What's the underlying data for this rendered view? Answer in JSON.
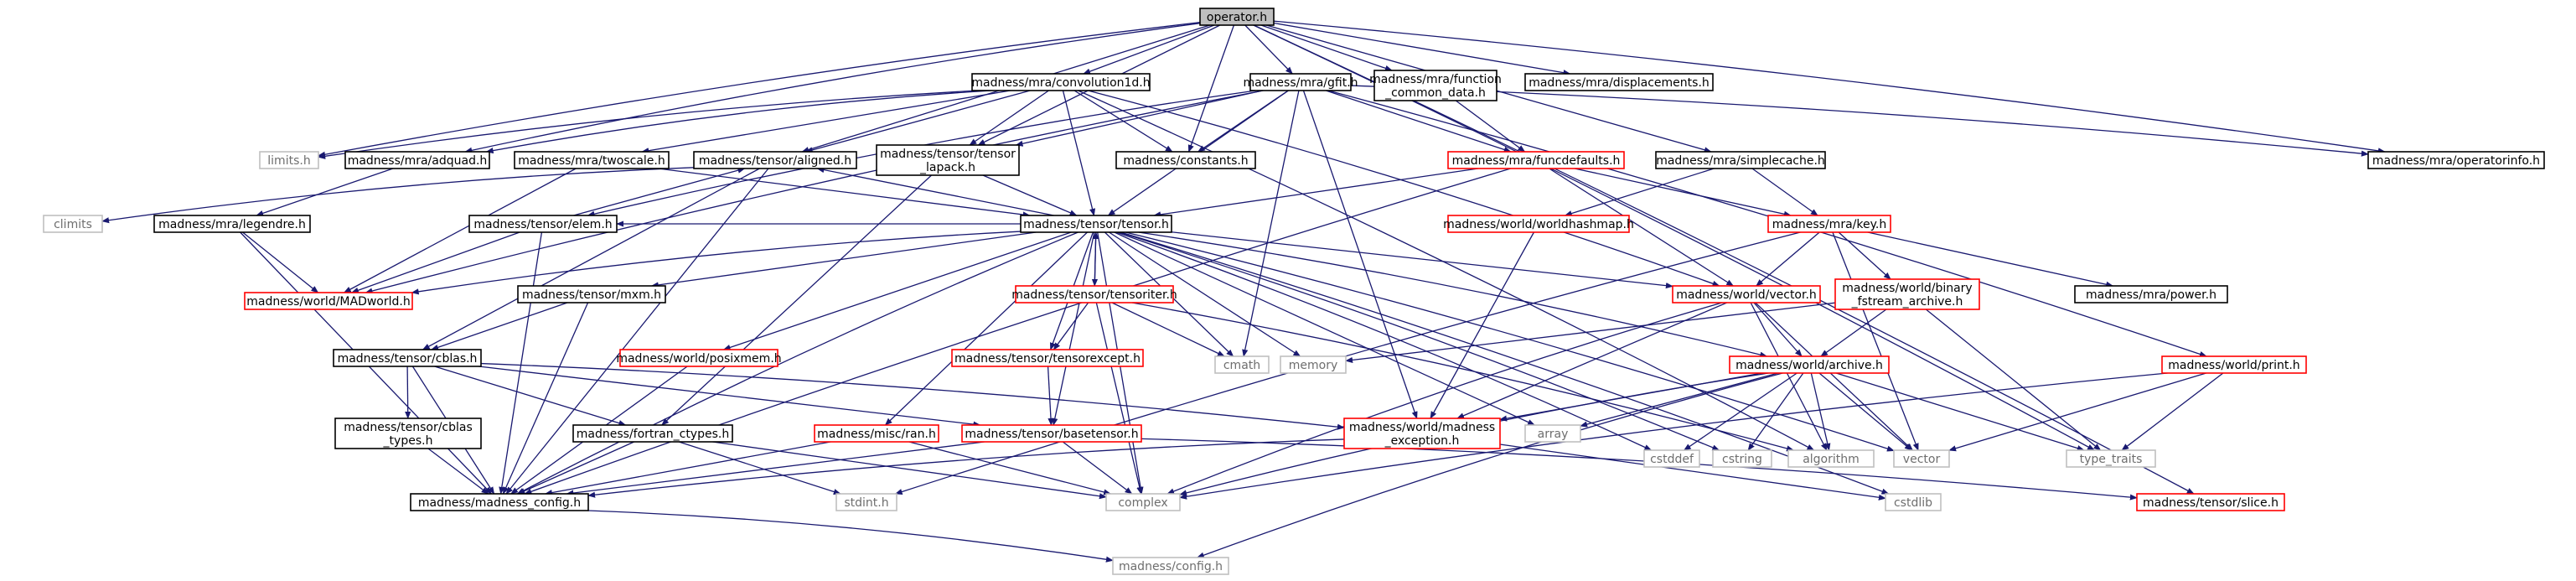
{
  "colors": {
    "edge": "#191970",
    "doc_border": "#000000",
    "ext_border": "#bfbfbf",
    "ext_text": "#6e6e6e",
    "trunc_border": "#ff0000",
    "root_fill": "#bfbfbf"
  },
  "nodes": [
    {
      "id": "operator",
      "lines": [
        "operator.h"
      ],
      "kind": "root"
    },
    {
      "id": "convolution1d",
      "lines": [
        "madness/mra/convolution1d.h"
      ],
      "kind": "doc"
    },
    {
      "id": "gfit",
      "lines": [
        "madness/mra/gfit.h"
      ],
      "kind": "doc"
    },
    {
      "id": "function_common",
      "lines": [
        "madness/mra/function",
        "_common_data.h"
      ],
      "kind": "doc"
    },
    {
      "id": "displacements",
      "lines": [
        "madness/mra/displacements.h"
      ],
      "kind": "doc"
    },
    {
      "id": "limits",
      "lines": [
        "limits.h"
      ],
      "kind": "ext"
    },
    {
      "id": "adquad",
      "lines": [
        "madness/mra/adquad.h"
      ],
      "kind": "doc"
    },
    {
      "id": "twoscale",
      "lines": [
        "madness/mra/twoscale.h"
      ],
      "kind": "doc"
    },
    {
      "id": "aligned",
      "lines": [
        "madness/tensor/aligned.h"
      ],
      "kind": "doc"
    },
    {
      "id": "tensor_lapack",
      "lines": [
        "madness/tensor/tensor",
        "_lapack.h"
      ],
      "kind": "doc"
    },
    {
      "id": "constants",
      "lines": [
        "madness/constants.h"
      ],
      "kind": "doc"
    },
    {
      "id": "funcdefaults",
      "lines": [
        "madness/mra/funcdefaults.h"
      ],
      "kind": "trunc"
    },
    {
      "id": "simplecache",
      "lines": [
        "madness/mra/simplecache.h"
      ],
      "kind": "doc"
    },
    {
      "id": "operatorinfo",
      "lines": [
        "madness/mra/operatorinfo.h"
      ],
      "kind": "doc"
    },
    {
      "id": "climits",
      "lines": [
        "climits"
      ],
      "kind": "ext"
    },
    {
      "id": "legendre",
      "lines": [
        "madness/mra/legendre.h"
      ],
      "kind": "doc"
    },
    {
      "id": "elem",
      "lines": [
        "madness/tensor/elem.h"
      ],
      "kind": "doc"
    },
    {
      "id": "tensor",
      "lines": [
        "madness/tensor/tensor.h"
      ],
      "kind": "doc"
    },
    {
      "id": "worldhashmap",
      "lines": [
        "madness/world/worldhashmap.h"
      ],
      "kind": "trunc"
    },
    {
      "id": "key",
      "lines": [
        "madness/mra/key.h"
      ],
      "kind": "trunc"
    },
    {
      "id": "madworld",
      "lines": [
        "madness/world/MADworld.h"
      ],
      "kind": "trunc"
    },
    {
      "id": "mxm",
      "lines": [
        "madness/tensor/mxm.h"
      ],
      "kind": "doc"
    },
    {
      "id": "tensoriter",
      "lines": [
        "madness/tensor/tensoriter.h"
      ],
      "kind": "trunc"
    },
    {
      "id": "vector_h",
      "lines": [
        "madness/world/vector.h"
      ],
      "kind": "trunc"
    },
    {
      "id": "binary_fstream",
      "lines": [
        "madness/world/binary",
        "_fstream_archive.h"
      ],
      "kind": "trunc"
    },
    {
      "id": "power",
      "lines": [
        "madness/mra/power.h"
      ],
      "kind": "doc"
    },
    {
      "id": "cblas",
      "lines": [
        "madness/tensor/cblas.h"
      ],
      "kind": "doc"
    },
    {
      "id": "posixmem",
      "lines": [
        "madness/world/posixmem.h"
      ],
      "kind": "trunc"
    },
    {
      "id": "tensorexcept",
      "lines": [
        "madness/tensor/tensorexcept.h"
      ],
      "kind": "trunc"
    },
    {
      "id": "cmath",
      "lines": [
        "cmath"
      ],
      "kind": "ext"
    },
    {
      "id": "memory",
      "lines": [
        "memory"
      ],
      "kind": "ext"
    },
    {
      "id": "archive",
      "lines": [
        "madness/world/archive.h"
      ],
      "kind": "trunc"
    },
    {
      "id": "print",
      "lines": [
        "madness/world/print.h"
      ],
      "kind": "trunc"
    },
    {
      "id": "cblas_types",
      "lines": [
        "madness/tensor/cblas",
        "_types.h"
      ],
      "kind": "doc"
    },
    {
      "id": "fortran_ctypes",
      "lines": [
        "madness/fortran_ctypes.h"
      ],
      "kind": "doc"
    },
    {
      "id": "ran",
      "lines": [
        "madness/misc/ran.h"
      ],
      "kind": "trunc"
    },
    {
      "id": "basetensor",
      "lines": [
        "madness/tensor/basetensor.h"
      ],
      "kind": "trunc"
    },
    {
      "id": "madness_exception",
      "lines": [
        "madness/world/madness",
        "_exception.h"
      ],
      "kind": "trunc"
    },
    {
      "id": "array",
      "lines": [
        "array"
      ],
      "kind": "ext"
    },
    {
      "id": "cstddef",
      "lines": [
        "cstddef"
      ],
      "kind": "ext"
    },
    {
      "id": "cstring",
      "lines": [
        "cstring"
      ],
      "kind": "ext"
    },
    {
      "id": "algorithm",
      "lines": [
        "algorithm"
      ],
      "kind": "ext"
    },
    {
      "id": "vector",
      "lines": [
        "vector"
      ],
      "kind": "ext"
    },
    {
      "id": "type_traits",
      "lines": [
        "type_traits"
      ],
      "kind": "ext"
    },
    {
      "id": "madness_config",
      "lines": [
        "madness/madness_config.h"
      ],
      "kind": "doc"
    },
    {
      "id": "stdint",
      "lines": [
        "stdint.h"
      ],
      "kind": "ext"
    },
    {
      "id": "complex",
      "lines": [
        "complex"
      ],
      "kind": "ext"
    },
    {
      "id": "cstdlib",
      "lines": [
        "cstdlib"
      ],
      "kind": "ext"
    },
    {
      "id": "slice",
      "lines": [
        "madness/tensor/slice.h"
      ],
      "kind": "trunc"
    },
    {
      "id": "config",
      "lines": [
        "madness/config.h"
      ],
      "kind": "ext"
    }
  ],
  "edges": [
    [
      "operator",
      "convolution1d"
    ],
    [
      "operator",
      "gfit"
    ],
    [
      "operator",
      "function_common"
    ],
    [
      "operator",
      "displacements"
    ],
    [
      "operator",
      "limits"
    ],
    [
      "operator",
      "adquad"
    ],
    [
      "operator",
      "aligned"
    ],
    [
      "operator",
      "tensor_lapack"
    ],
    [
      "operator",
      "constants"
    ],
    [
      "operator",
      "simplecache"
    ],
    [
      "operator",
      "operatorinfo"
    ],
    [
      "operator",
      "type_traits"
    ],
    [
      "operator",
      "slice"
    ],
    [
      "convolution1d",
      "limits"
    ],
    [
      "convolution1d",
      "adquad"
    ],
    [
      "convolution1d",
      "twoscale"
    ],
    [
      "convolution1d",
      "aligned"
    ],
    [
      "convolution1d",
      "tensor_lapack"
    ],
    [
      "convolution1d",
      "constants"
    ],
    [
      "convolution1d",
      "tensor"
    ],
    [
      "convolution1d",
      "vector_h"
    ],
    [
      "convolution1d",
      "algorithm"
    ],
    [
      "gfit",
      "constants"
    ],
    [
      "gfit",
      "tensor_lapack"
    ],
    [
      "gfit",
      "tensor"
    ],
    [
      "gfit",
      "cmath"
    ],
    [
      "gfit",
      "madness_exception"
    ],
    [
      "gfit",
      "operatorinfo"
    ],
    [
      "gfit",
      "print"
    ],
    [
      "gfit",
      "funcdefaults"
    ],
    [
      "gfit",
      "madworld"
    ],
    [
      "gfit",
      "elem"
    ],
    [
      "function_common",
      "funcdefaults"
    ],
    [
      "adquad",
      "legendre"
    ],
    [
      "twoscale",
      "tensor"
    ],
    [
      "twoscale",
      "madworld"
    ],
    [
      "aligned",
      "madness_config"
    ],
    [
      "aligned",
      "climits"
    ],
    [
      "aligned",
      "cblas"
    ],
    [
      "tensor_lapack",
      "tensor"
    ],
    [
      "tensor_lapack",
      "fortran_ctypes"
    ],
    [
      "funcdefaults",
      "tensor"
    ],
    [
      "funcdefaults",
      "key"
    ],
    [
      "funcdefaults",
      "vector_h"
    ],
    [
      "funcdefaults",
      "madness_config"
    ],
    [
      "simplecache",
      "worldhashmap"
    ],
    [
      "simplecache",
      "key"
    ],
    [
      "legendre",
      "madworld"
    ],
    [
      "legendre",
      "madness_config"
    ],
    [
      "elem",
      "madworld"
    ],
    [
      "elem",
      "aligned"
    ],
    [
      "elem",
      "madness_config"
    ],
    [
      "tensor",
      "aligned"
    ],
    [
      "tensor",
      "mxm"
    ],
    [
      "tensor",
      "tensoriter"
    ],
    [
      "tensor",
      "tensorexcept"
    ],
    [
      "tensor",
      "posixmem"
    ],
    [
      "tensor",
      "basetensor"
    ],
    [
      "tensor",
      "ran"
    ],
    [
      "tensor",
      "cmath"
    ],
    [
      "tensor",
      "memory"
    ],
    [
      "tensor",
      "complex"
    ],
    [
      "tensor",
      "vector"
    ],
    [
      "tensor",
      "array"
    ],
    [
      "tensor",
      "cstddef"
    ],
    [
      "tensor",
      "cstring"
    ],
    [
      "tensor",
      "cstdlib"
    ],
    [
      "tensor",
      "archive"
    ],
    [
      "tensor",
      "vector_h"
    ],
    [
      "tensor",
      "madworld"
    ],
    [
      "tensor",
      "madness_config"
    ],
    [
      "tensor",
      "elem"
    ],
    [
      "worldhashmap",
      "madness_exception"
    ],
    [
      "key",
      "vector_h"
    ],
    [
      "key",
      "binary_fstream"
    ],
    [
      "key",
      "power"
    ],
    [
      "key",
      "vector"
    ],
    [
      "key",
      "stdint"
    ],
    [
      "mxm",
      "cblas"
    ],
    [
      "mxm",
      "madness_config"
    ],
    [
      "tensoriter",
      "tensorexcept"
    ],
    [
      "tensoriter",
      "cmath"
    ],
    [
      "tensoriter",
      "complex"
    ],
    [
      "tensoriter",
      "tensor"
    ],
    [
      "tensoriter",
      "algorithm"
    ],
    [
      "vector_h",
      "archive"
    ],
    [
      "vector_h",
      "madness_exception"
    ],
    [
      "vector_h",
      "vector"
    ],
    [
      "vector_h",
      "algorithm"
    ],
    [
      "vector_h",
      "complex"
    ],
    [
      "binary_fstream",
      "archive"
    ],
    [
      "binary_fstream",
      "memory"
    ],
    [
      "binary_fstream",
      "type_traits"
    ],
    [
      "cblas",
      "cblas_types"
    ],
    [
      "cblas",
      "fortran_ctypes"
    ],
    [
      "cblas",
      "madness_config"
    ],
    [
      "cblas",
      "madness_exception"
    ],
    [
      "cblas",
      "basetensor"
    ],
    [
      "posixmem",
      "madness_config"
    ],
    [
      "tensorexcept",
      "basetensor"
    ],
    [
      "archive",
      "madness_exception"
    ],
    [
      "archive",
      "array"
    ],
    [
      "archive",
      "cstddef"
    ],
    [
      "archive",
      "cstring"
    ],
    [
      "archive",
      "algorithm"
    ],
    [
      "archive",
      "vector"
    ],
    [
      "archive",
      "type_traits"
    ],
    [
      "archive",
      "complex"
    ],
    [
      "archive",
      "config"
    ],
    [
      "print",
      "vector"
    ],
    [
      "print",
      "type_traits"
    ],
    [
      "print",
      "complex"
    ],
    [
      "cblas_types",
      "madness_config"
    ],
    [
      "fortran_ctypes",
      "madness_config"
    ],
    [
      "fortran_ctypes",
      "stdint"
    ],
    [
      "fortran_ctypes",
      "complex"
    ],
    [
      "ran",
      "madness_config"
    ],
    [
      "ran",
      "complex"
    ],
    [
      "basetensor",
      "madness_config"
    ],
    [
      "basetensor",
      "complex"
    ],
    [
      "basetensor",
      "slice"
    ],
    [
      "madness_exception",
      "madness_config"
    ],
    [
      "madness_exception",
      "cstdlib"
    ],
    [
      "madness_config",
      "config"
    ]
  ]
}
